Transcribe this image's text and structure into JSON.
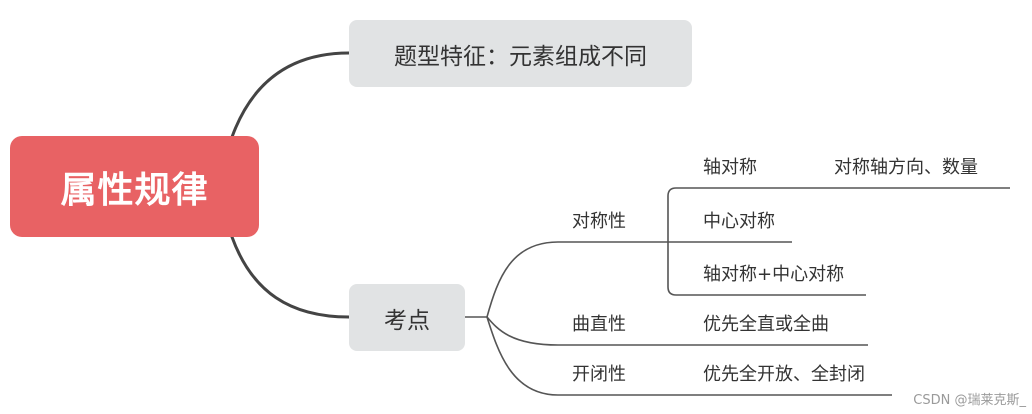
{
  "root": {
    "label": "属性规律"
  },
  "branches": [
    {
      "label": "题型特征：元素组成不同"
    },
    {
      "label": "考点"
    }
  ],
  "kaodian": {
    "symmetry": {
      "label": "对称性",
      "children": [
        {
          "label": "轴对称",
          "detail": "对称轴方向、数量"
        },
        {
          "label": "中心对称"
        },
        {
          "label": "轴对称+中心对称"
        }
      ]
    },
    "curvature": {
      "label": "曲直性",
      "detail": "优先全直或全曲"
    },
    "openclose": {
      "label": "开闭性",
      "detail": "优先全开放、全封闭"
    }
  },
  "colors": {
    "root": "#e86264",
    "branch": "#e1e3e4",
    "line_main": "#444444",
    "line_sub": "#555555"
  },
  "watermark": "CSDN @瑞莱克斯_"
}
